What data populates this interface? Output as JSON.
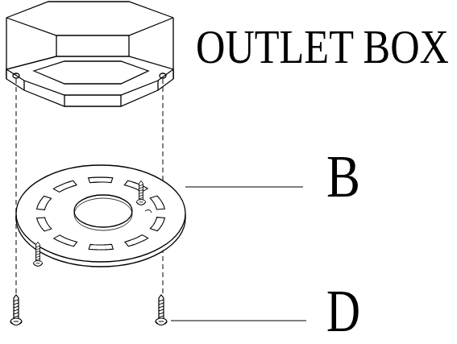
{
  "diagram": {
    "labels": [
      "OUTLET BOX",
      "B",
      "D"
    ]
  }
}
